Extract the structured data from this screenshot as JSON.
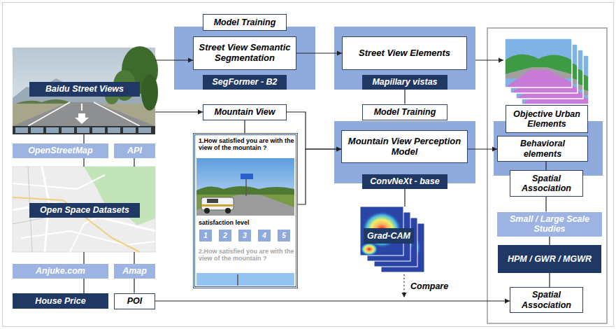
{
  "diagram": {
    "nodes": [
      {
        "text": [
          "Baidu Street Views"
        ]
      },
      {
        "text": [
          "OpenStreetMap"
        ]
      },
      {
        "text": [
          "API"
        ]
      },
      {
        "text": [
          "Open Space Datasets"
        ]
      },
      {
        "text": [
          "Anjuke.com"
        ]
      },
      {
        "text": [
          "Amap"
        ]
      },
      {
        "text": [
          "House Price"
        ]
      },
      {
        "text": [
          "POI"
        ]
      },
      {
        "text": [
          "Model Training"
        ]
      },
      {
        "text": [
          "Street View Semantic Segmentation"
        ]
      },
      {
        "text": [
          "SegFormer - B2"
        ]
      },
      {
        "text": [
          "Mountain View"
        ]
      },
      {
        "text": [
          "1.How satisfied you are with the view of the mountain ?",
          "satisfaction level",
          "2.How satisfied you are with the view of the mountain ?"
        ]
      },
      {
        "text": [
          "1"
        ],
        "in": 12
      },
      {
        "text": [
          "2"
        ],
        "in": 12
      },
      {
        "text": [
          "3"
        ],
        "in": 12
      },
      {
        "text": [
          "4"
        ],
        "in": 12
      },
      {
        "text": [
          "5"
        ],
        "in": 12
      },
      {
        "text": [
          "Street View Elements"
        ]
      },
      {
        "text": [
          "Mapillary vistas"
        ]
      },
      {
        "text": [
          "Model Training"
        ]
      },
      {
        "text": [
          "Mountain View Perception Model"
        ]
      },
      {
        "text": [
          "ConvNeXt - base"
        ]
      },
      {
        "text": [
          "Grad-CAM"
        ]
      },
      {
        "text": [
          "Objective Urban Elements"
        ]
      },
      {
        "text": [
          "Behavioral elements"
        ]
      },
      {
        "text": [
          "Spatial Association"
        ]
      },
      {
        "text": [
          "Small / Large Scale Studies"
        ]
      },
      {
        "text": [
          "HPM / GWR / MGWR"
        ]
      },
      {
        "text": [
          "Spatial Association"
        ]
      }
    ],
    "edges": [
      {
        "from": 0,
        "to": 1,
        "arrow": "none"
      },
      {
        "from": 1,
        "to": 3,
        "arrow": "none"
      },
      {
        "from": 2,
        "to": 3,
        "arrow": "none"
      },
      {
        "from": 3,
        "to": 4,
        "arrow": "none"
      },
      {
        "from": 3,
        "to": 5,
        "arrow": "none"
      },
      {
        "from": 4,
        "to": 6,
        "arrow": "none"
      },
      {
        "from": 5,
        "to": 7,
        "arrow": "none"
      },
      {
        "from": 0,
        "to": 9,
        "arrow": "to"
      },
      {
        "from": 0,
        "to": 11,
        "arrow": "to"
      },
      {
        "from": 11,
        "to": 12,
        "arrow": "none"
      },
      {
        "from": 9,
        "to": 18,
        "arrow": "to"
      },
      {
        "from": 11,
        "to": 21,
        "arrow": "to"
      },
      {
        "from": 12,
        "to": 21,
        "arrow": "to"
      },
      {
        "from": 19,
        "to": 20,
        "arrow": "none"
      },
      {
        "from": 22,
        "to": 23,
        "arrow": "none"
      },
      {
        "from": 21,
        "to": 25,
        "arrow": "to"
      },
      {
        "from": 25,
        "to": 26,
        "arrow": "none"
      },
      {
        "from": 26,
        "to": 27,
        "arrow": "none"
      },
      {
        "from": 27,
        "to": 28,
        "arrow": "none"
      },
      {
        "from": 28,
        "to": 29,
        "arrow": "none"
      },
      {
        "from": 7,
        "to": 29,
        "arrow": "to"
      }
    ],
    "labels": [
      "Compare"
    ]
  }
}
